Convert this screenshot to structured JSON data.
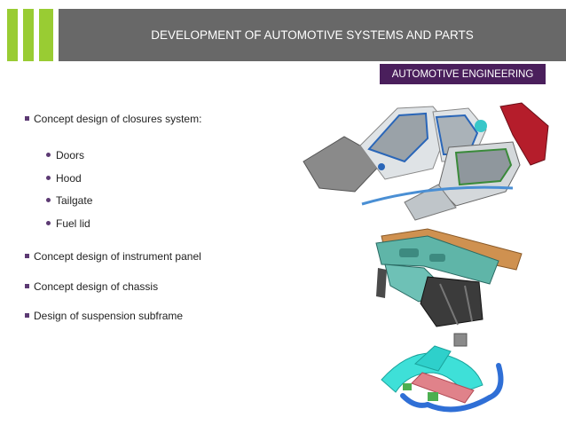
{
  "header": {
    "title": "DEVELOPMENT OF AUTOMOTIVE SYSTEMS AND PARTS"
  },
  "badge": {
    "label": "AUTOMOTIVE ENGINEERING"
  },
  "bullets": {
    "closures": "Concept design of closures system:",
    "sub": [
      "Doors",
      "Hood",
      "Tailgate",
      "Fuel lid"
    ],
    "instrument": "Concept design of instrument panel",
    "chassis": "Concept design of chassis",
    "suspension": "Design of suspension subframe"
  },
  "colors": {
    "accent_green": "#99cc33",
    "header_gray": "#686868",
    "badge_purple": "#4a1f5c"
  }
}
